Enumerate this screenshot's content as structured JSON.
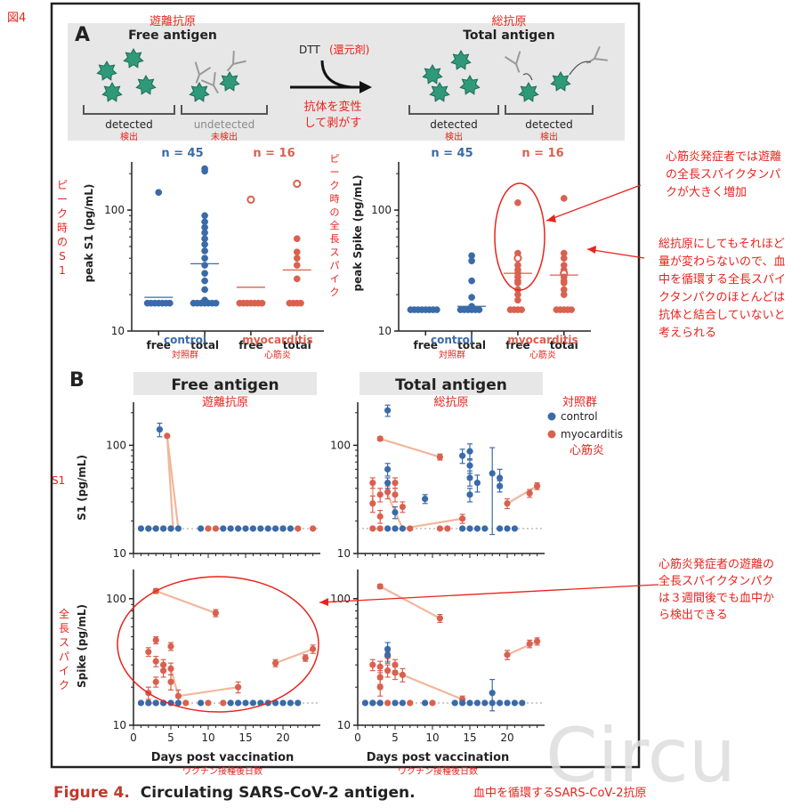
{
  "figure_label": "図4",
  "colors": {
    "control": "#3a6aa8",
    "myocarditis": "#d9614f",
    "annotation": "#e8231c",
    "line": "#f1b79b"
  },
  "panel_a": {
    "letter": "A",
    "free_title": "Free antigen",
    "free_title_jp": "遊離抗原",
    "total_title": "Total antigen",
    "total_title_jp": "総抗原",
    "reagent": "DTT",
    "reagent_jp": "(還元剤)",
    "arrow_note": [
      "抗体を変性",
      "して剥がす"
    ],
    "det": [
      {
        "en": "detected",
        "jp": "検出"
      },
      {
        "en": "undetected",
        "jp": "未検出"
      },
      {
        "en": "detected",
        "jp": "検出"
      },
      {
        "en": "detected",
        "jp": "検出"
      }
    ],
    "n_control": "n = 45",
    "n_myo": "n = 16",
    "left_ylabel": "peak S1 (pg/mL)",
    "left_ylabel_jp": "ピーク時のS1",
    "right_ylabel": "peak Spike (pg/mL)",
    "right_ylabel_jp": "ピーク時の全長スパイク",
    "group_control": "control",
    "group_control_jp": "対照群",
    "group_myo": "myocarditis",
    "group_myo_jp": "心筋炎"
  },
  "panel_b": {
    "letter": "B",
    "free_title": "Free antigen",
    "free_title_jp": "遊離抗原",
    "total_title": "Total antigen",
    "total_title_jp": "総抗原",
    "ylabel_top": "S1 (pg/mL)",
    "ylabel_top_jp": "S1",
    "ylabel_bottom": "Spike (pg/mL)",
    "ylabel_bottom_jp": "全長スパイク",
    "xlabel": "Days post vaccination",
    "xlabel_jp": "ワクチン接種後日数",
    "legend_control": "control",
    "legend_control_jp": "対照群",
    "legend_myo": "myocarditis",
    "legend_myo_jp": "心筋炎"
  },
  "annotations": [
    "心筋炎発症者では遊離の全長スパイクタンパクが大きく増加",
    "総抗原にしてもそれほど量が変わらないので、血中を循環する全長スパイクタンパクのほとんどは抗体と結合していないと考えられる",
    "心筋炎発症者の遊離の全長スパイクタンパクは３週間後でも血中から検出できる"
  ],
  "caption": {
    "bold": "Figure 4.",
    "rest": "Circulating SARS-CoV-2 antigen.",
    "jp": "血中を循環するSARS-CoV-2抗原"
  },
  "watermark": "Circu",
  "chart_data": [
    {
      "id": "A-left",
      "type": "scatter",
      "title": "Free antigen vs total antigen",
      "ylabel": "peak S1 (pg/mL)",
      "yscale": "log",
      "ylim": [
        10,
        250
      ],
      "yticks": [
        10,
        100
      ],
      "categories": [
        "free",
        "total",
        "free",
        "total"
      ],
      "groups": [
        "control",
        "control",
        "myocarditis",
        "myocarditis"
      ],
      "points": [
        {
          "cat": 0,
          "vals": [
            140,
            17,
            17,
            17,
            17,
            17,
            17,
            17
          ]
        },
        {
          "cat": 1,
          "vals": [
            220,
            210,
            90,
            80,
            72,
            65,
            58,
            52,
            46,
            40,
            35,
            30,
            26,
            22,
            18,
            17,
            17,
            17,
            17,
            17,
            17,
            17
          ]
        },
        {
          "cat": 2,
          "vals": [
            122,
            17,
            17,
            17,
            17,
            17,
            17,
            17
          ]
        },
        {
          "cat": 3,
          "vals": [
            165,
            58,
            45,
            40,
            35,
            27,
            17,
            17,
            17,
            17
          ]
        }
      ],
      "hollow": [
        {
          "cat": 2,
          "val": 122
        },
        {
          "cat": 3,
          "val": 165
        }
      ],
      "medians": [
        19,
        36,
        23,
        32
      ]
    },
    {
      "id": "A-right",
      "type": "scatter",
      "ylabel": "peak Spike (pg/mL)",
      "yscale": "log",
      "ylim": [
        10,
        250
      ],
      "yticks": [
        10,
        100
      ],
      "categories": [
        "free",
        "total",
        "free",
        "total"
      ],
      "groups": [
        "control",
        "control",
        "myocarditis",
        "myocarditis"
      ],
      "points": [
        {
          "cat": 0,
          "vals": [
            15,
            15,
            15,
            15,
            15,
            15,
            15,
            15
          ]
        },
        {
          "cat": 1,
          "vals": [
            42,
            38,
            26,
            19,
            16,
            15,
            15,
            15,
            15,
            15,
            15
          ]
        },
        {
          "cat": 2,
          "vals": [
            115,
            44,
            40,
            35,
            32,
            30,
            28,
            26,
            25,
            22,
            20,
            18,
            15,
            15,
            15,
            15
          ]
        },
        {
          "cat": 3,
          "vals": [
            125,
            44,
            40,
            35,
            32,
            30,
            28,
            26,
            25,
            22,
            20,
            15,
            15,
            15,
            15,
            15
          ]
        }
      ],
      "hollow": [
        {
          "cat": 2,
          "val": 40
        },
        {
          "cat": 3,
          "val": 30
        }
      ],
      "medians": [
        15,
        16,
        30,
        29
      ]
    },
    {
      "id": "B-S1-free",
      "type": "scatter",
      "xlabel": "Days post vaccination",
      "ylabel": "S1 (pg/mL)",
      "yscale": "log",
      "xlim": [
        0,
        25
      ],
      "ylim": [
        10,
        250
      ],
      "xticks": [
        0,
        5,
        10,
        15,
        20
      ],
      "floor": 17,
      "control": [
        [
          3.5,
          140,
          20
        ],
        [
          1,
          17
        ],
        [
          2,
          17
        ],
        [
          3,
          17
        ],
        [
          4,
          17
        ],
        [
          5,
          17
        ],
        [
          6,
          17
        ],
        [
          9,
          17
        ],
        [
          12,
          17
        ],
        [
          13,
          17
        ],
        [
          14,
          17
        ],
        [
          15,
          17
        ],
        [
          16,
          17
        ],
        [
          17,
          17
        ],
        [
          18,
          17
        ],
        [
          19,
          17
        ],
        [
          20,
          17
        ],
        [
          21,
          17
        ]
      ],
      "myocarditis": [
        [
          4.5,
          122,
          0
        ],
        [
          2,
          17
        ],
        [
          3,
          17
        ],
        [
          4,
          17
        ],
        [
          5,
          17
        ],
        [
          10,
          17
        ],
        [
          11,
          17
        ],
        [
          20,
          17
        ],
        [
          22,
          17
        ],
        [
          24,
          17
        ]
      ],
      "lines": [
        [
          [
            4.5,
            122
          ],
          [
            5.3,
            17
          ]
        ],
        [
          [
            4.5,
            122
          ],
          [
            6,
            17
          ]
        ]
      ]
    },
    {
      "id": "B-S1-total",
      "type": "scatter",
      "xlabel": "Days post vaccination",
      "ylabel": "S1 (pg/mL)",
      "yscale": "log",
      "xlim": [
        0,
        25
      ],
      "ylim": [
        10,
        250
      ],
      "xticks": [
        0,
        5,
        10,
        15,
        20
      ],
      "floor": 17,
      "control": [
        [
          4,
          210,
          25
        ],
        [
          4,
          60,
          8
        ],
        [
          4,
          45,
          5
        ],
        [
          5,
          24,
          3
        ],
        [
          9,
          32,
          3
        ],
        [
          14,
          80,
          12
        ],
        [
          15,
          88,
          15
        ],
        [
          15,
          65,
          10
        ],
        [
          15,
          50,
          8
        ],
        [
          15,
          35,
          5
        ],
        [
          16,
          45,
          8
        ],
        [
          18,
          55,
          40
        ],
        [
          19,
          50,
          10
        ],
        [
          19,
          42,
          5
        ],
        [
          4,
          17
        ],
        [
          5,
          17
        ],
        [
          6,
          17
        ],
        [
          14,
          17
        ],
        [
          15,
          17
        ],
        [
          16,
          17
        ],
        [
          17,
          17
        ],
        [
          19,
          17
        ],
        [
          20,
          17
        ],
        [
          21,
          17
        ]
      ],
      "myocarditis": [
        [
          3,
          115,
          5
        ],
        [
          11,
          78,
          5
        ],
        [
          2,
          45,
          5
        ],
        [
          2,
          29,
          5
        ],
        [
          3,
          35,
          5
        ],
        [
          4,
          37,
          5
        ],
        [
          5,
          45,
          5
        ],
        [
          5,
          35,
          5
        ],
        [
          6,
          27,
          3
        ],
        [
          14,
          21,
          2
        ],
        [
          20,
          29,
          3
        ],
        [
          23,
          36,
          3
        ],
        [
          24,
          42,
          3
        ],
        [
          3,
          22,
          3
        ],
        [
          2,
          17
        ],
        [
          3,
          17
        ],
        [
          7,
          17
        ],
        [
          11,
          17
        ],
        [
          12,
          17
        ]
      ],
      "lines": [
        [
          [
            3,
            115
          ],
          [
            11,
            78
          ]
        ],
        [
          [
            4,
            35
          ],
          [
            6,
            17
          ]
        ],
        [
          [
            6,
            17
          ],
          [
            14,
            21
          ]
        ],
        [
          [
            20,
            29
          ],
          [
            24,
            42
          ]
        ],
        [
          [
            2,
            45
          ],
          [
            2,
            29
          ]
        ]
      ]
    },
    {
      "id": "B-Spike-free",
      "type": "scatter",
      "xlabel": "Days post vaccination",
      "ylabel": "Spike (pg/mL)",
      "yscale": "log",
      "xlim": [
        0,
        25
      ],
      "ylim": [
        10,
        170
      ],
      "xticks": [
        0,
        5,
        10,
        15,
        20
      ],
      "floor": 15,
      "control": [
        [
          1,
          15
        ],
        [
          2,
          15
        ],
        [
          3,
          15
        ],
        [
          4,
          15
        ],
        [
          5,
          15
        ],
        [
          6,
          15
        ],
        [
          9,
          15
        ],
        [
          13,
          15
        ],
        [
          14,
          15
        ],
        [
          15,
          15
        ],
        [
          16,
          15
        ],
        [
          17,
          15
        ],
        [
          18,
          15
        ],
        [
          19,
          15
        ],
        [
          20,
          15
        ],
        [
          21,
          15
        ],
        [
          22,
          15
        ]
      ],
      "myocarditis": [
        [
          3,
          115,
          5
        ],
        [
          11,
          77,
          5
        ],
        [
          2,
          38,
          3
        ],
        [
          3,
          47,
          3
        ],
        [
          3,
          32,
          3
        ],
        [
          4,
          30,
          3
        ],
        [
          4,
          27,
          3
        ],
        [
          5,
          42,
          3
        ],
        [
          5,
          28,
          3
        ],
        [
          5,
          22,
          3
        ],
        [
          2,
          18,
          2
        ],
        [
          3,
          22,
          2
        ],
        [
          14,
          20,
          2
        ],
        [
          19,
          31,
          2
        ],
        [
          23,
          34,
          2
        ],
        [
          24,
          40,
          3
        ],
        [
          6,
          17,
          2
        ],
        [
          2,
          15
        ],
        [
          3,
          15
        ],
        [
          4,
          15
        ],
        [
          7,
          15
        ],
        [
          10,
          15
        ],
        [
          12,
          15
        ]
      ],
      "lines": [
        [
          [
            3,
            115
          ],
          [
            11,
            77
          ]
        ],
        [
          [
            5,
            28
          ],
          [
            6,
            17
          ]
        ],
        [
          [
            6,
            17
          ],
          [
            14,
            20
          ]
        ],
        [
          [
            19,
            31
          ],
          [
            24,
            40
          ]
        ]
      ]
    },
    {
      "id": "B-Spike-total",
      "type": "scatter",
      "xlabel": "Days post vaccination",
      "ylabel": "Spike (pg/mL)",
      "yscale": "log",
      "xlim": [
        0,
        25
      ],
      "ylim": [
        10,
        170
      ],
      "xticks": [
        0,
        5,
        10,
        15,
        20
      ],
      "floor": 15,
      "control": [
        [
          4,
          40,
          5
        ],
        [
          4,
          36,
          5
        ],
        [
          18,
          18,
          5
        ],
        [
          1,
          15
        ],
        [
          2,
          15
        ],
        [
          3,
          15
        ],
        [
          5,
          15
        ],
        [
          6,
          15
        ],
        [
          9,
          15
        ],
        [
          13,
          15
        ],
        [
          14,
          15
        ],
        [
          15,
          15
        ],
        [
          16,
          15
        ],
        [
          17,
          15
        ],
        [
          18,
          15
        ],
        [
          19,
          15
        ],
        [
          20,
          15
        ],
        [
          21,
          15
        ],
        [
          22,
          15
        ]
      ],
      "myocarditis": [
        [
          3,
          125,
          5
        ],
        [
          11,
          70,
          5
        ],
        [
          2,
          30,
          3
        ],
        [
          3,
          29,
          3
        ],
        [
          3,
          24,
          3
        ],
        [
          4,
          35,
          3
        ],
        [
          4,
          27,
          3
        ],
        [
          5,
          30,
          3
        ],
        [
          5,
          26,
          3
        ],
        [
          3,
          20,
          3
        ],
        [
          6,
          25,
          3
        ],
        [
          14,
          16,
          1
        ],
        [
          20,
          36,
          3
        ],
        [
          23,
          44,
          3
        ],
        [
          24,
          46,
          3
        ],
        [
          2,
          15
        ],
        [
          3,
          15
        ],
        [
          4,
          15
        ],
        [
          7,
          15
        ],
        [
          10,
          15
        ]
      ],
      "lines": [
        [
          [
            3,
            125
          ],
          [
            11,
            70
          ]
        ],
        [
          [
            5,
            26
          ],
          [
            6,
            25
          ]
        ],
        [
          [
            6,
            25
          ],
          [
            14,
            16
          ]
        ],
        [
          [
            20,
            36
          ],
          [
            24,
            46
          ]
        ]
      ]
    }
  ]
}
